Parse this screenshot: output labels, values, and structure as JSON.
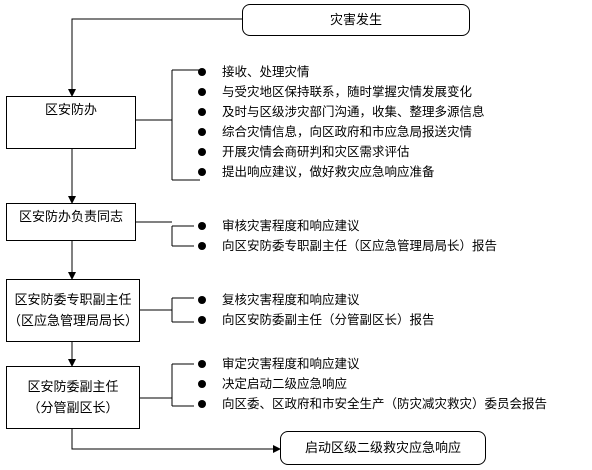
{
  "start": {
    "label": "灾害发生"
  },
  "end": {
    "label": "启动区级二级救灾应急响应"
  },
  "steps": [
    {
      "title": "区安防办",
      "items": [
        "接收、处理灾情",
        "与受灾地区保持联系，随时掌握灾情发展变化",
        "及时与区级涉灾部门沟通，收集、整理多源信息",
        "综合灾情信息，向区政府和市应急局报送灾情",
        "开展灾情会商研判和灾区需求评估",
        "提出响应建议，做好救灾应急响应准备"
      ]
    },
    {
      "title": "区安防办负责同志",
      "items": [
        "审核灾害程度和响应建议",
        "向区安防委专职副主任（区应急管理局局长）报告"
      ]
    },
    {
      "title_line1": "区安防委专职副主任",
      "title_line2": "（区应急管理局局长）",
      "items": [
        "复核灾害程度和响应建议",
        "向区安防委副主任（分管副区长）报告"
      ]
    },
    {
      "title_line1": "区安防委副主任",
      "title_line2": "（分管副区长）",
      "items": [
        "审定灾害程度和响应建议",
        "决定启动二级应急响应",
        "向区委、区政府和市安全生产（防灾减灾救灾）委员会报告"
      ]
    }
  ]
}
